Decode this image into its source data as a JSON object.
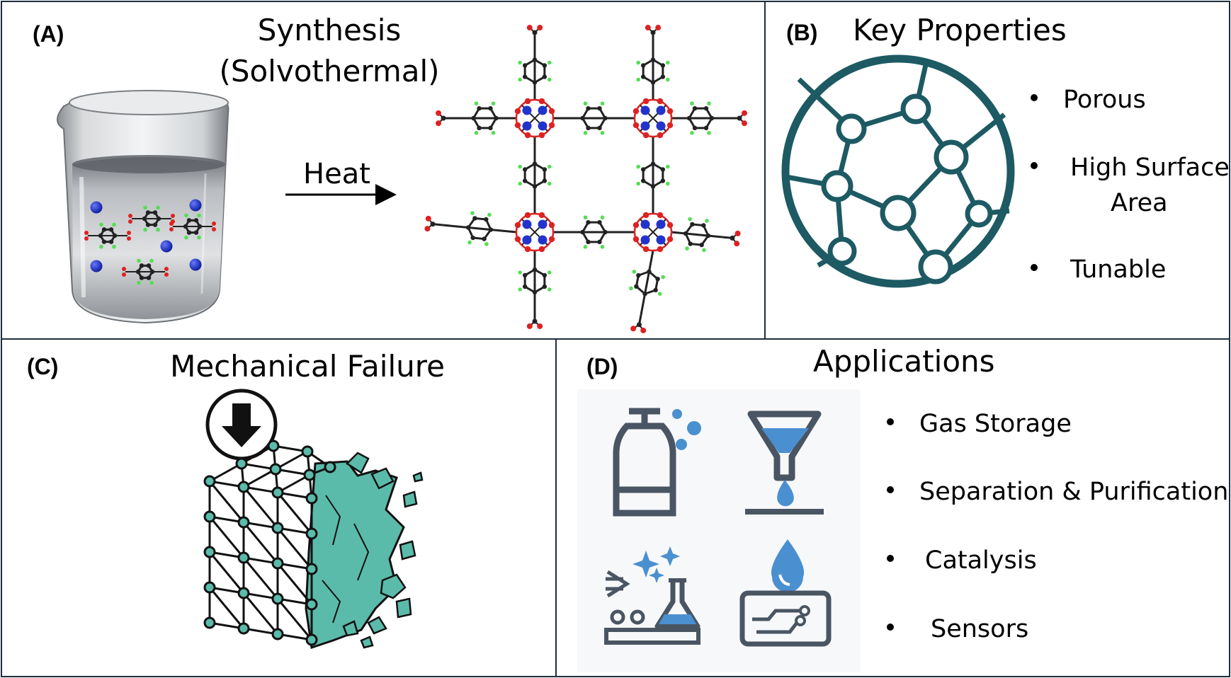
{
  "panel_a": {
    "label": "(A)",
    "title_line1": "Synthesis",
    "title_line2": "(Solvothermal)",
    "arrow_label": "Heat"
  },
  "panel_b": {
    "label": "(B)",
    "title": "Key Properties",
    "items": [
      "Porous",
      "High Surface",
      "Area",
      "Tunable"
    ]
  },
  "panel_c": {
    "label": "(C)",
    "title": "Mechanical Failure"
  },
  "panel_d": {
    "label": "(D)",
    "title": "Applications",
    "items": [
      "Gas Storage",
      "Separation & Purification",
      "Catalysis",
      "Sensors"
    ]
  },
  "colors": {
    "border": "#1f2d3d",
    "network": "#1d5a63",
    "teal_fill": "#5bbbaa",
    "icon_gray": "#4a5563",
    "icon_blue": "#4a90d0",
    "metal_blue": "#2233cc",
    "oxygen_red": "#dd2222",
    "hydrogen_green": "#55dd55",
    "carbon": "#222222"
  }
}
